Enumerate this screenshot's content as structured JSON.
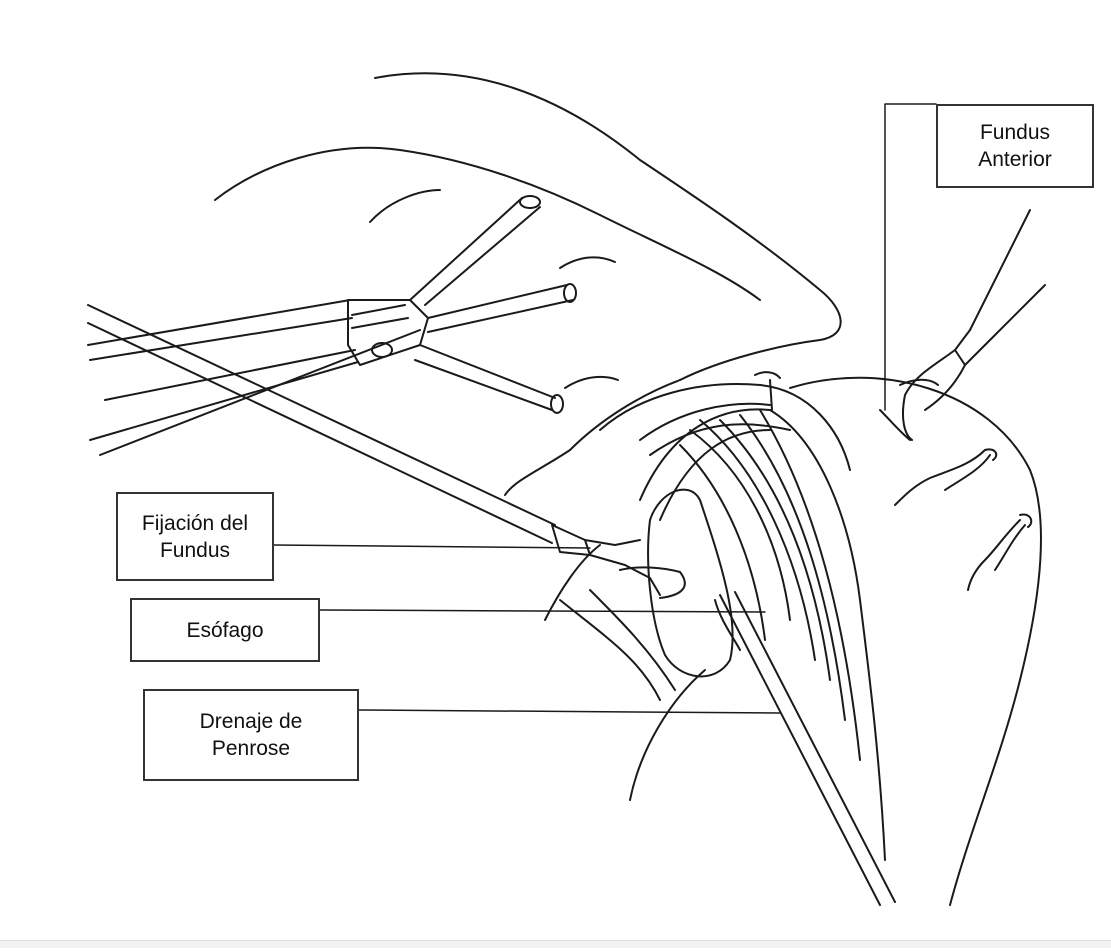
{
  "labels": {
    "fundus_anterior": "Fundus\nAnterior",
    "fijacion_fundus": "Fijación del\nFundus",
    "esofago": "Esófago",
    "drenaje_penrose": "Drenaje de\nPenrose"
  },
  "colors": {
    "line": "#1a1a1a",
    "box_border": "#333333",
    "background": "#ffffff"
  }
}
